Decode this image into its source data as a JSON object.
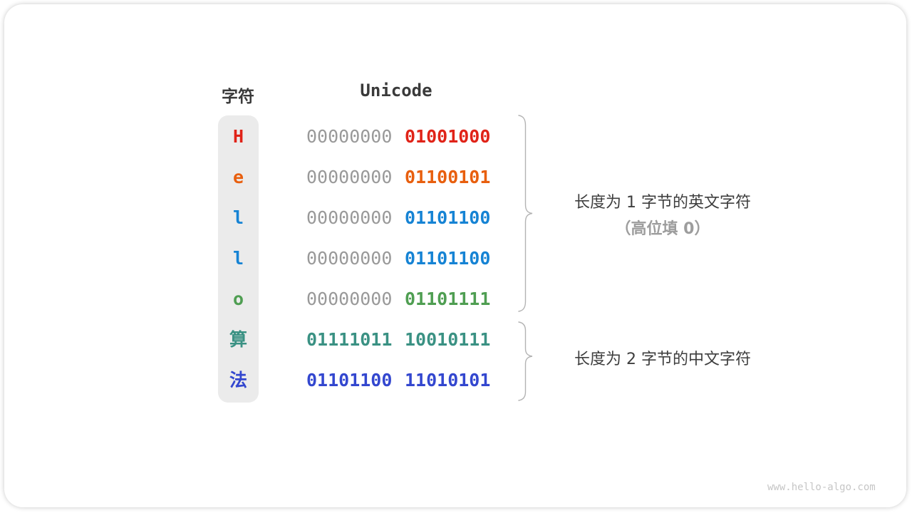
{
  "header": {
    "char_col": "字符",
    "unicode_col": "Unicode"
  },
  "table": {
    "gray_zero_color": "#999999",
    "rows": [
      {
        "char": "H",
        "color": "#e02318",
        "byte1": "00000000",
        "byte2": "01001000",
        "byte1_gray": true
      },
      {
        "char": "e",
        "color": "#e85f0e",
        "byte1": "00000000",
        "byte2": "01100101",
        "byte1_gray": true
      },
      {
        "char": "l",
        "color": "#1583d4",
        "byte1": "00000000",
        "byte2": "01101100",
        "byte1_gray": true
      },
      {
        "char": "l",
        "color": "#1583d4",
        "byte1": "00000000",
        "byte2": "01101100",
        "byte1_gray": true
      },
      {
        "char": "o",
        "color": "#4f9e52",
        "byte1": "00000000",
        "byte2": "01101111",
        "byte1_gray": true
      },
      {
        "char": "算",
        "color": "#3a9183",
        "byte1": "01111011",
        "byte2": "10010111",
        "byte1_gray": false
      },
      {
        "char": "法",
        "color": "#3347cf",
        "byte1": "01101100",
        "byte2": "11010101",
        "byte1_gray": false
      }
    ]
  },
  "annotations": {
    "group1_line1": "长度为 1 字节的英文字符",
    "group1_line2": "（高位填 0）",
    "group2": "长度为 2 字节的中文字符"
  },
  "watermark": "www.hello-algo.com",
  "palette": {
    "header_text": "#3a3a3a",
    "annotation_text": "#3e3e3e",
    "annotation_muted": "#9d9d9d",
    "brace_stroke": "#b3b3b3",
    "char_column_bg": "#ebebeb",
    "watermark_text": "#c6c6c6"
  }
}
